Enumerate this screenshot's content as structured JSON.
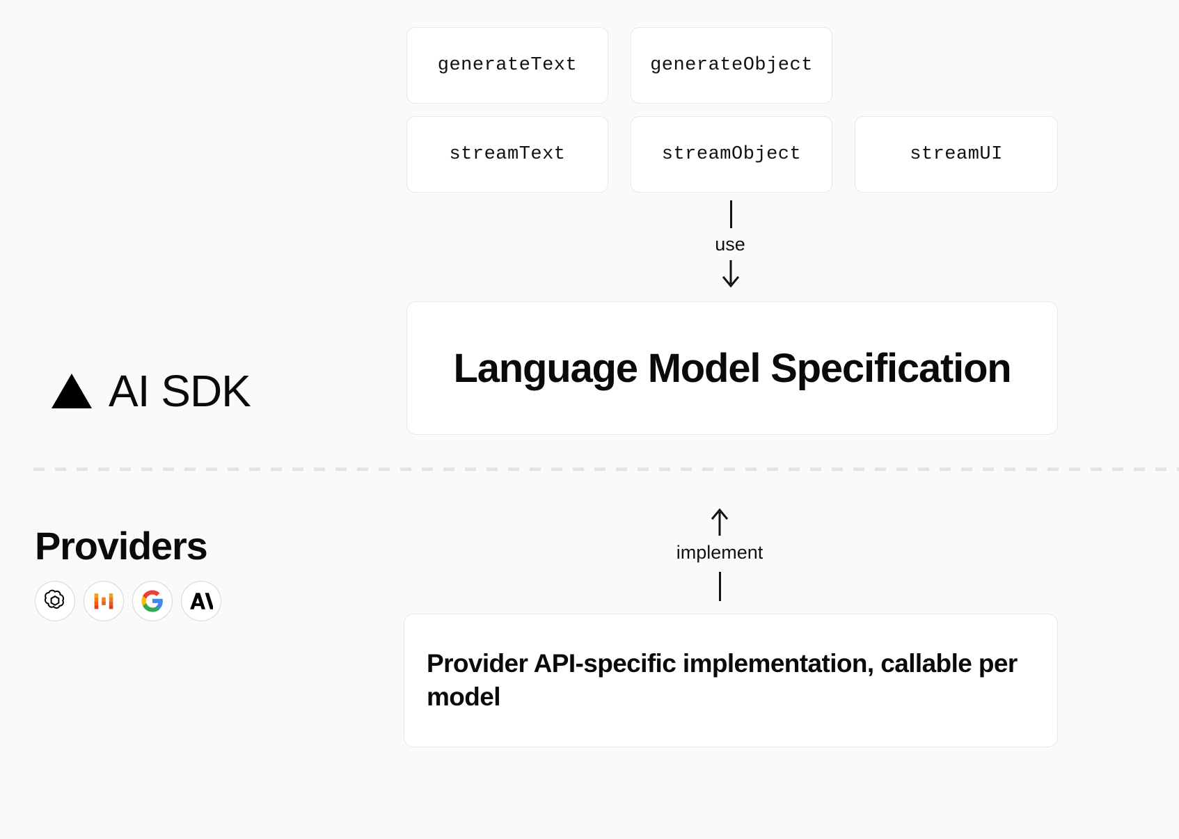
{
  "background": "#fafafa",
  "card_bg": "#ffffff",
  "card_border": "#e8e8e8",
  "text_color": "#0a0a0a",
  "divider_color": "#e4e4e4",
  "sdk": {
    "label": "AI SDK",
    "logo_icon": "vercel-triangle-icon"
  },
  "functions": {
    "row1": [
      {
        "name": "generateText"
      },
      {
        "name": "generateObject"
      }
    ],
    "row2": [
      {
        "name": "streamText"
      },
      {
        "name": "streamObject"
      },
      {
        "name": "streamUI"
      }
    ]
  },
  "connectors": {
    "use": {
      "label": "use",
      "direction": "down",
      "arrow_icon": "arrow-down-icon"
    },
    "implement": {
      "label": "implement",
      "direction": "up",
      "arrow_icon": "arrow-up-icon"
    }
  },
  "spec": {
    "title": "Language Model Specification"
  },
  "providers": {
    "label": "Providers",
    "logos": [
      {
        "name": "openai-logo-icon",
        "title": "OpenAI"
      },
      {
        "name": "mistral-logo-icon",
        "title": "Mistral"
      },
      {
        "name": "google-logo-icon",
        "title": "Google"
      },
      {
        "name": "anthropic-logo-icon",
        "title": "Anthropic"
      }
    ],
    "implementation": {
      "text": "Provider API-specific implementation, callable per model"
    }
  }
}
